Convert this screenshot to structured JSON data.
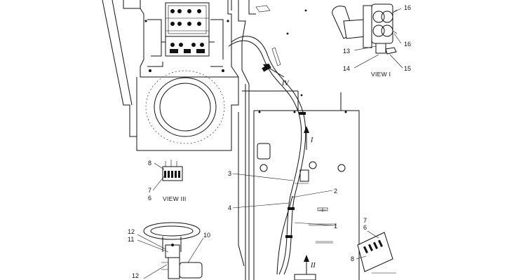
{
  "diagram": {
    "callouts": {
      "n1": "1",
      "n2": "2",
      "n3": "3",
      "n4": "4",
      "n6a": "6",
      "n7a": "7",
      "n8a": "8",
      "n6b": "6",
      "n7b": "7",
      "n8b": "8",
      "n10": "10",
      "n11": "11",
      "n12a": "12",
      "n12b": "12",
      "n13": "13",
      "n14": "14",
      "n15": "15",
      "n16a": "16",
      "n16b": "16"
    },
    "views": {
      "view1": "VIEW I",
      "view3": "VIEW III"
    },
    "arrows": {
      "arrow_I": "I",
      "arrow_II": "II",
      "arrow_IV": "IV"
    }
  }
}
